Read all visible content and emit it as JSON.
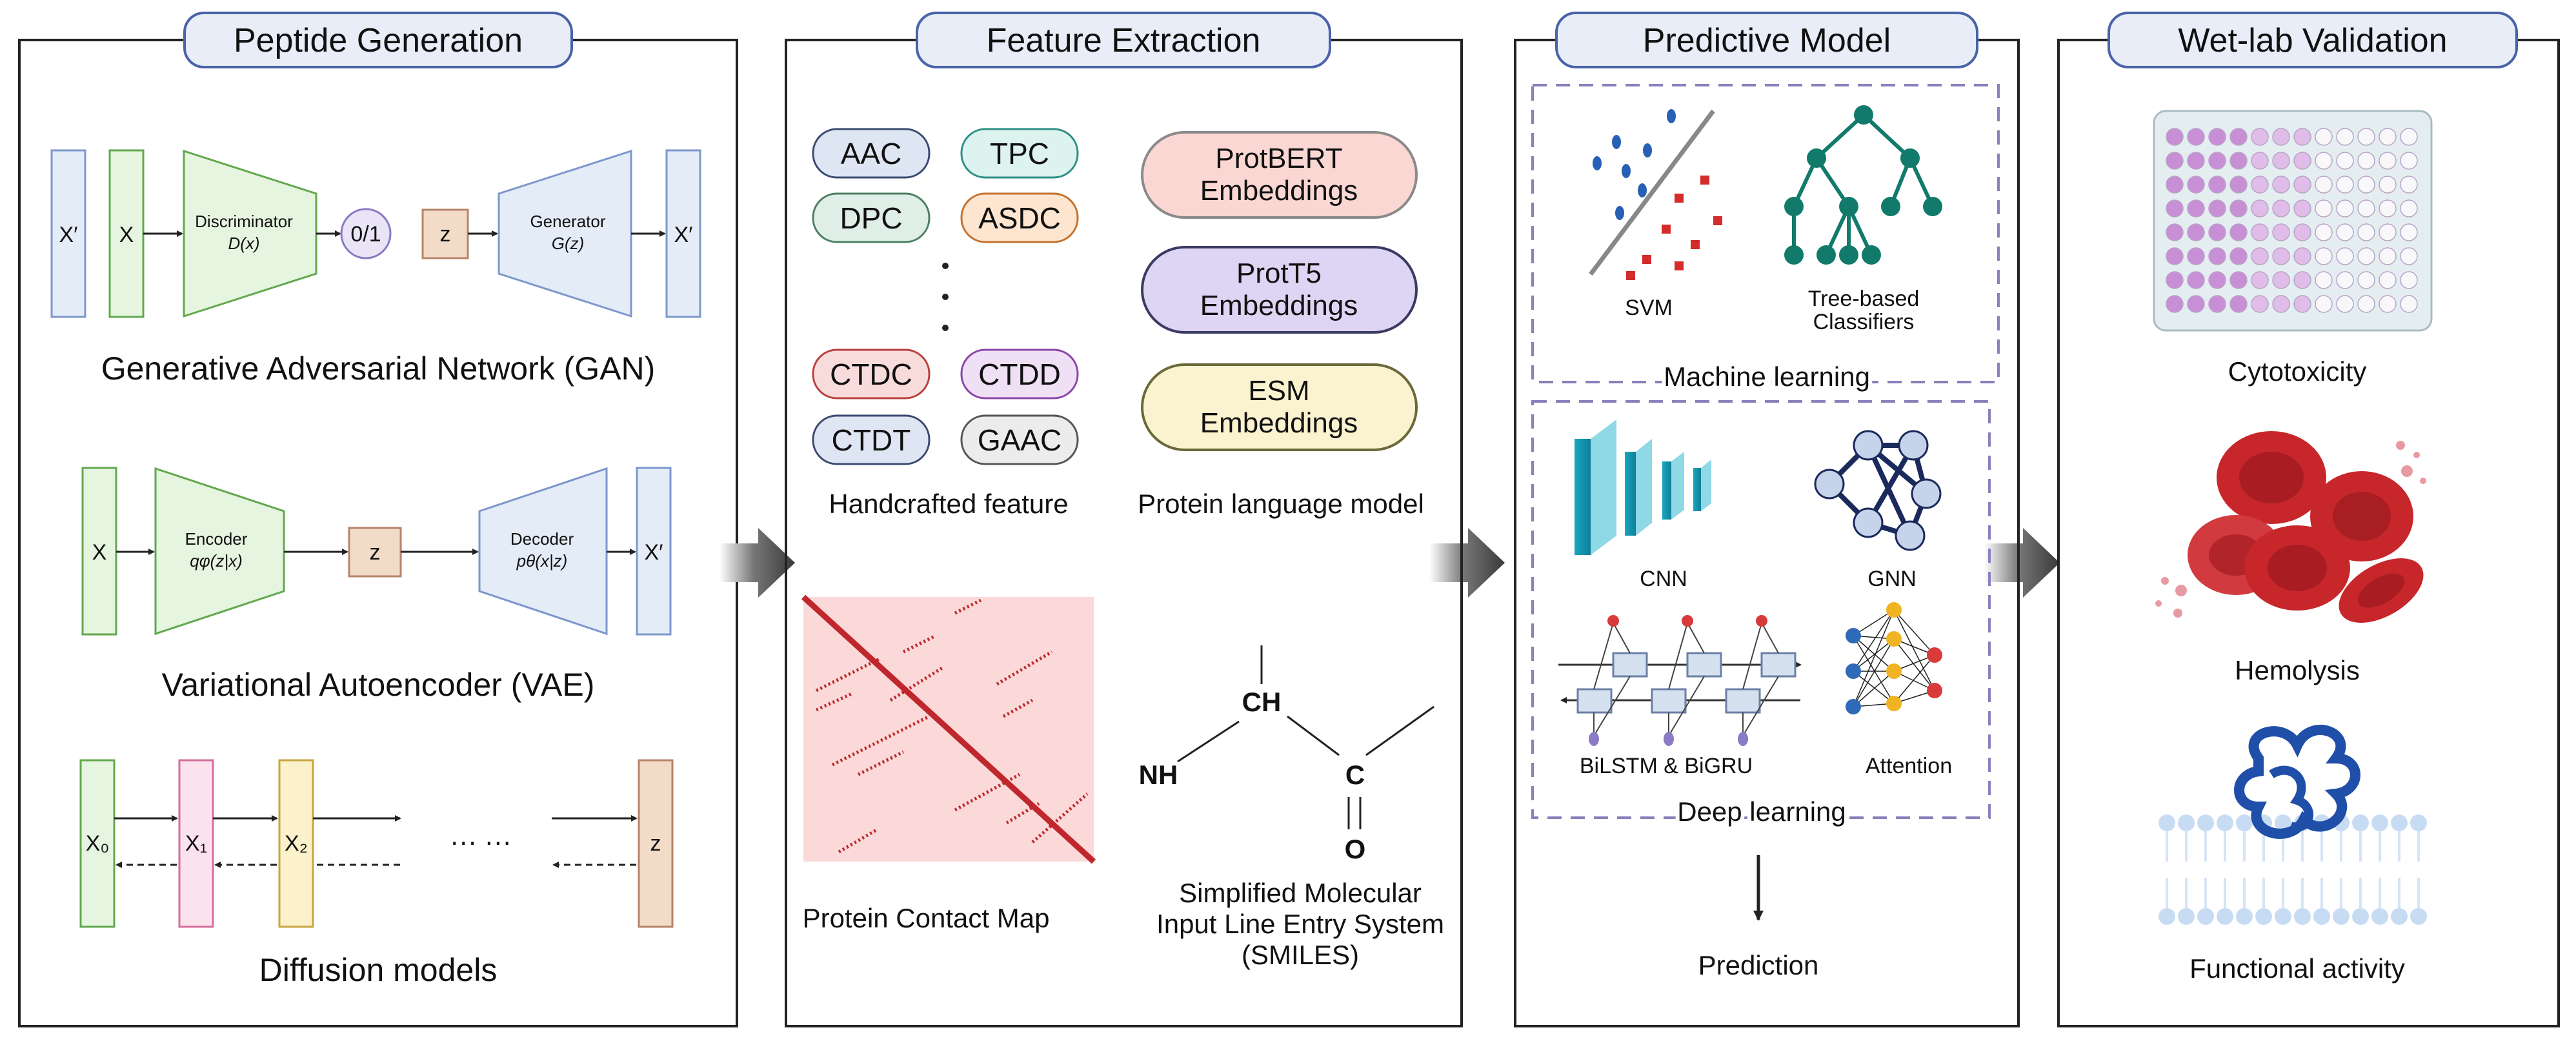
{
  "colors": {
    "panel_border": "#222222",
    "title_fill": "#e8edf8",
    "title_stroke": "#4a63a8",
    "arrow": "#444444",
    "red": "#c0272d"
  },
  "panels": {
    "gen": {
      "title": "Peptide Generation"
    },
    "feat": {
      "title": "Feature Extraction"
    },
    "pred": {
      "title": "Predictive Model"
    },
    "wet": {
      "title": "Wet-lab Validation"
    }
  },
  "gan": {
    "x_prime": "X′",
    "x": "X",
    "disc_name": "Discriminator",
    "disc_fn": "D(x)",
    "out": "0/1",
    "z": "z",
    "gen_name": "Generator",
    "gen_fn": "G(z)",
    "x_prime2": "X′",
    "label": "Generative Adversarial Network (GAN)"
  },
  "vae": {
    "x": "X",
    "enc_name": "Encoder",
    "enc_fn": "qφ(z|x)",
    "z": "z",
    "dec_name": "Decoder",
    "dec_fn": "pθ(x|z)",
    "x_prime": "X′",
    "label": "Variational Autoencoder (VAE)"
  },
  "diffusion": {
    "x0": "X₀",
    "x1": "X₁",
    "x2": "X₂",
    "dots": "··· ···",
    "z": "z",
    "label": "Diffusion models"
  },
  "handcrafted": {
    "aac": "AAC",
    "tpc": "TPC",
    "dpc": "DPC",
    "asdc": "ASDC",
    "ctdc": "CTDC",
    "ctdd": "CTDD",
    "ctdt": "CTDT",
    "gaac": "GAAC",
    "label": "Handcrafted feature"
  },
  "plm": {
    "protbert": [
      "ProtBERT",
      "Embeddings"
    ],
    "prott5": [
      "ProtT5",
      "Embeddings"
    ],
    "esm": [
      "ESM",
      "Embeddings"
    ],
    "label": "Protein language model"
  },
  "contact_map": {
    "label": "Protein Contact Map"
  },
  "smiles": {
    "ch": "CH",
    "nh": "NH",
    "c": "C",
    "o": "O",
    "label": [
      "Simplified Molecular",
      "Input Line Entry System",
      "(SMILES)"
    ]
  },
  "ml": {
    "svm": "SVM",
    "tree": [
      "Tree-based",
      "Classifiers"
    ],
    "label": "Machine learning"
  },
  "dl": {
    "cnn": "CNN",
    "gnn": "GNN",
    "bilstm": "BiLSTM & BiGRU",
    "attention": "Attention",
    "label": "Deep learning"
  },
  "prediction": "Prediction",
  "wetlab": {
    "cytotoxicity": "Cytotoxicity",
    "hemolysis": "Hemolysis",
    "functional": "Functional activity"
  }
}
